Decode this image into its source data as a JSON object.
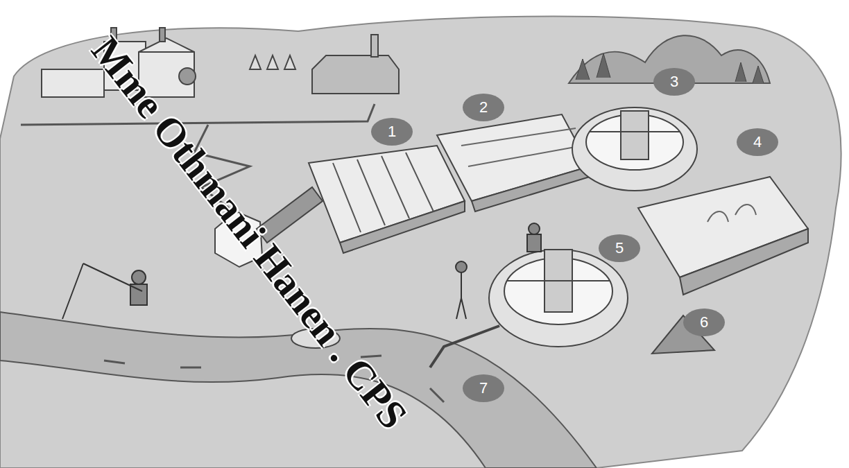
{
  "diagram": {
    "nodes": [
      {
        "text": [
          "1"
        ]
      },
      {
        "text": [
          "2"
        ]
      },
      {
        "text": [
          "3"
        ]
      },
      {
        "text": [
          "4"
        ]
      },
      {
        "text": [
          "5"
        ]
      },
      {
        "text": [
          "6"
        ]
      },
      {
        "text": [
          "7"
        ]
      }
    ],
    "labels": [
      "Mme Othmani Hanen . CPS"
    ]
  }
}
